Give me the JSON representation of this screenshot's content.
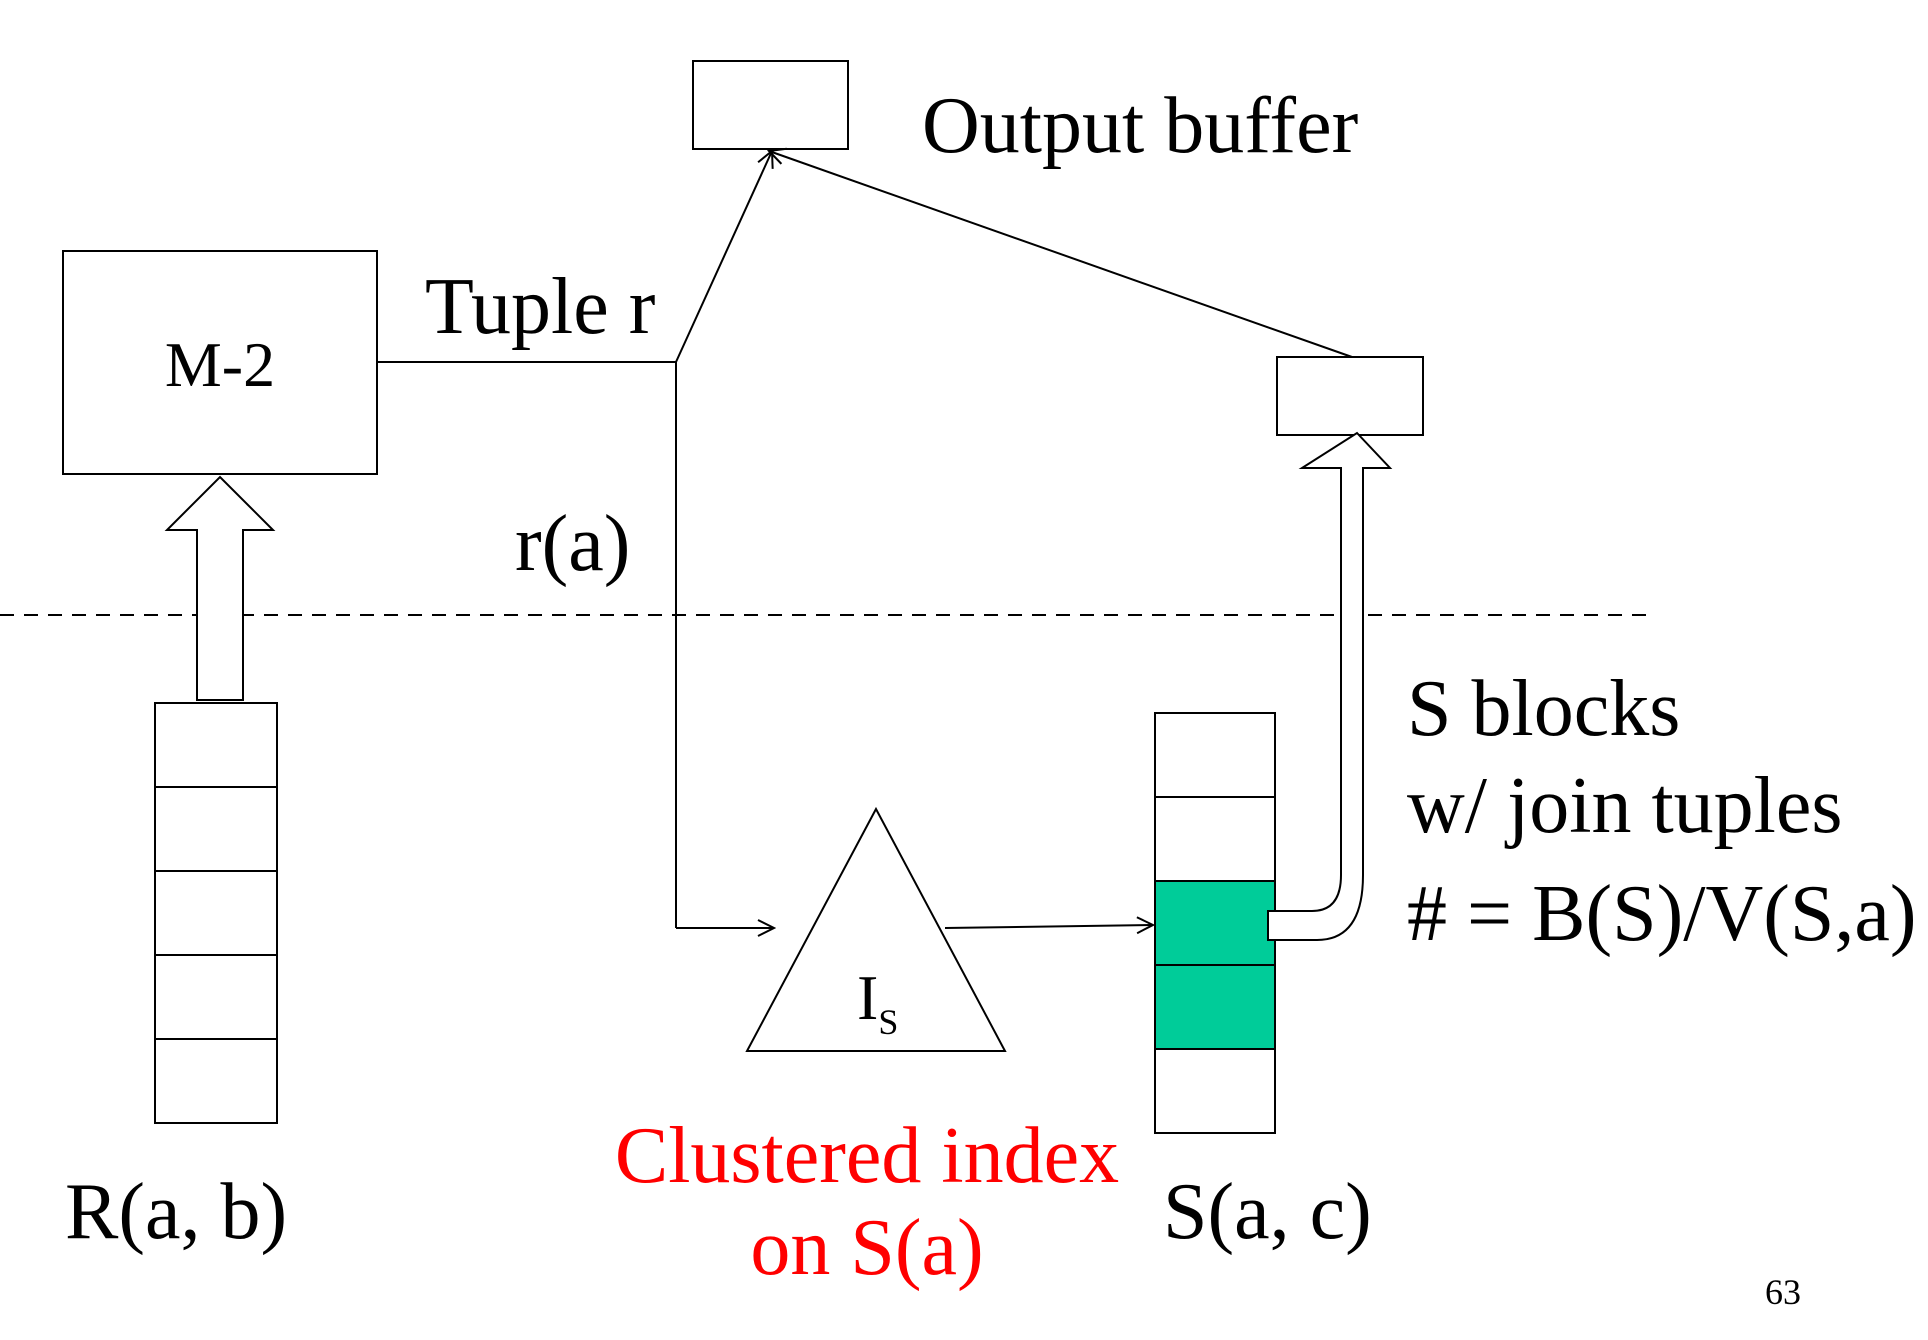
{
  "labels": {
    "output_buffer": "Output buffer",
    "memory_buffer": "M-2",
    "tuple": "Tuple r",
    "lookup_key": "r(a)",
    "index_symbol": "I",
    "index_subscript": "S",
    "s_blocks_line1": "S blocks",
    "s_blocks_line2": "w/ join tuples",
    "s_blocks_line3": "# = B(S)/V(S,a)",
    "relation_r": "R(a, b)",
    "relation_s": "S(a, c)",
    "index_note_line1": "Clustered index",
    "index_note_line2": "on S(a)",
    "page_number": "63"
  },
  "colors": {
    "stroke": "#000000",
    "matching_blocks": "#00cc99",
    "index_note": "#ff0000"
  },
  "relation_r": {
    "block_count": 5
  },
  "relation_s": {
    "block_count": 5,
    "matching_blocks": [
      2,
      3
    ]
  }
}
